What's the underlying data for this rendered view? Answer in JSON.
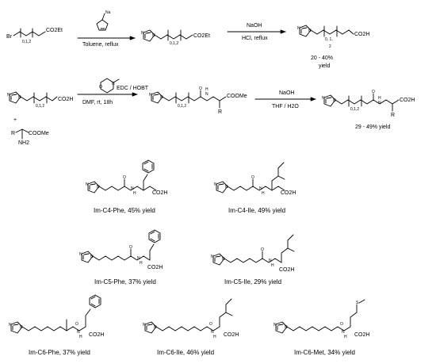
{
  "scheme1": {
    "br": "Br",
    "range": "0,1,2",
    "ester": "CO2Et",
    "reagent_na": "Na",
    "cond1": "Toluene, reflux",
    "cond2a": "NaOH",
    "cond2b": "HCl, reflux",
    "acid": "CO2H",
    "range_b": "0, 1,",
    "range_b2": "2",
    "yield": "20 - 40%",
    "yield_word": "yield"
  },
  "scheme2": {
    "cond1a": "EDC / HOBT",
    "cond1b": "DMF, rt, 18h",
    "cond2a": "NaOH",
    "cond2b": "THF / H2O",
    "plus": "+",
    "r": "R",
    "nh2": "NH2",
    "coome": "COOMe",
    "n": "N",
    "o": "O",
    "nh": "H",
    "me": "Me",
    "yield": "29 - 49% yield"
  },
  "products": [
    {
      "label": "Im-C4-Phe, 45% yield"
    },
    {
      "label": "Im-C4-Ile, 49% yield"
    },
    {
      "label": "Im-C5-Phe, 37% yield"
    },
    {
      "label": "Im-C5-Ile, 29% yield"
    },
    {
      "label": "Im-C6-Phe, 37% yield"
    },
    {
      "label": "Im-C6-Ile, 46% yield"
    },
    {
      "label": "Im-C6-Met, 34% yield"
    }
  ],
  "atoms": {
    "co2h": "CO2H",
    "n": "N",
    "h": "H",
    "o": "O",
    "s": "S"
  }
}
